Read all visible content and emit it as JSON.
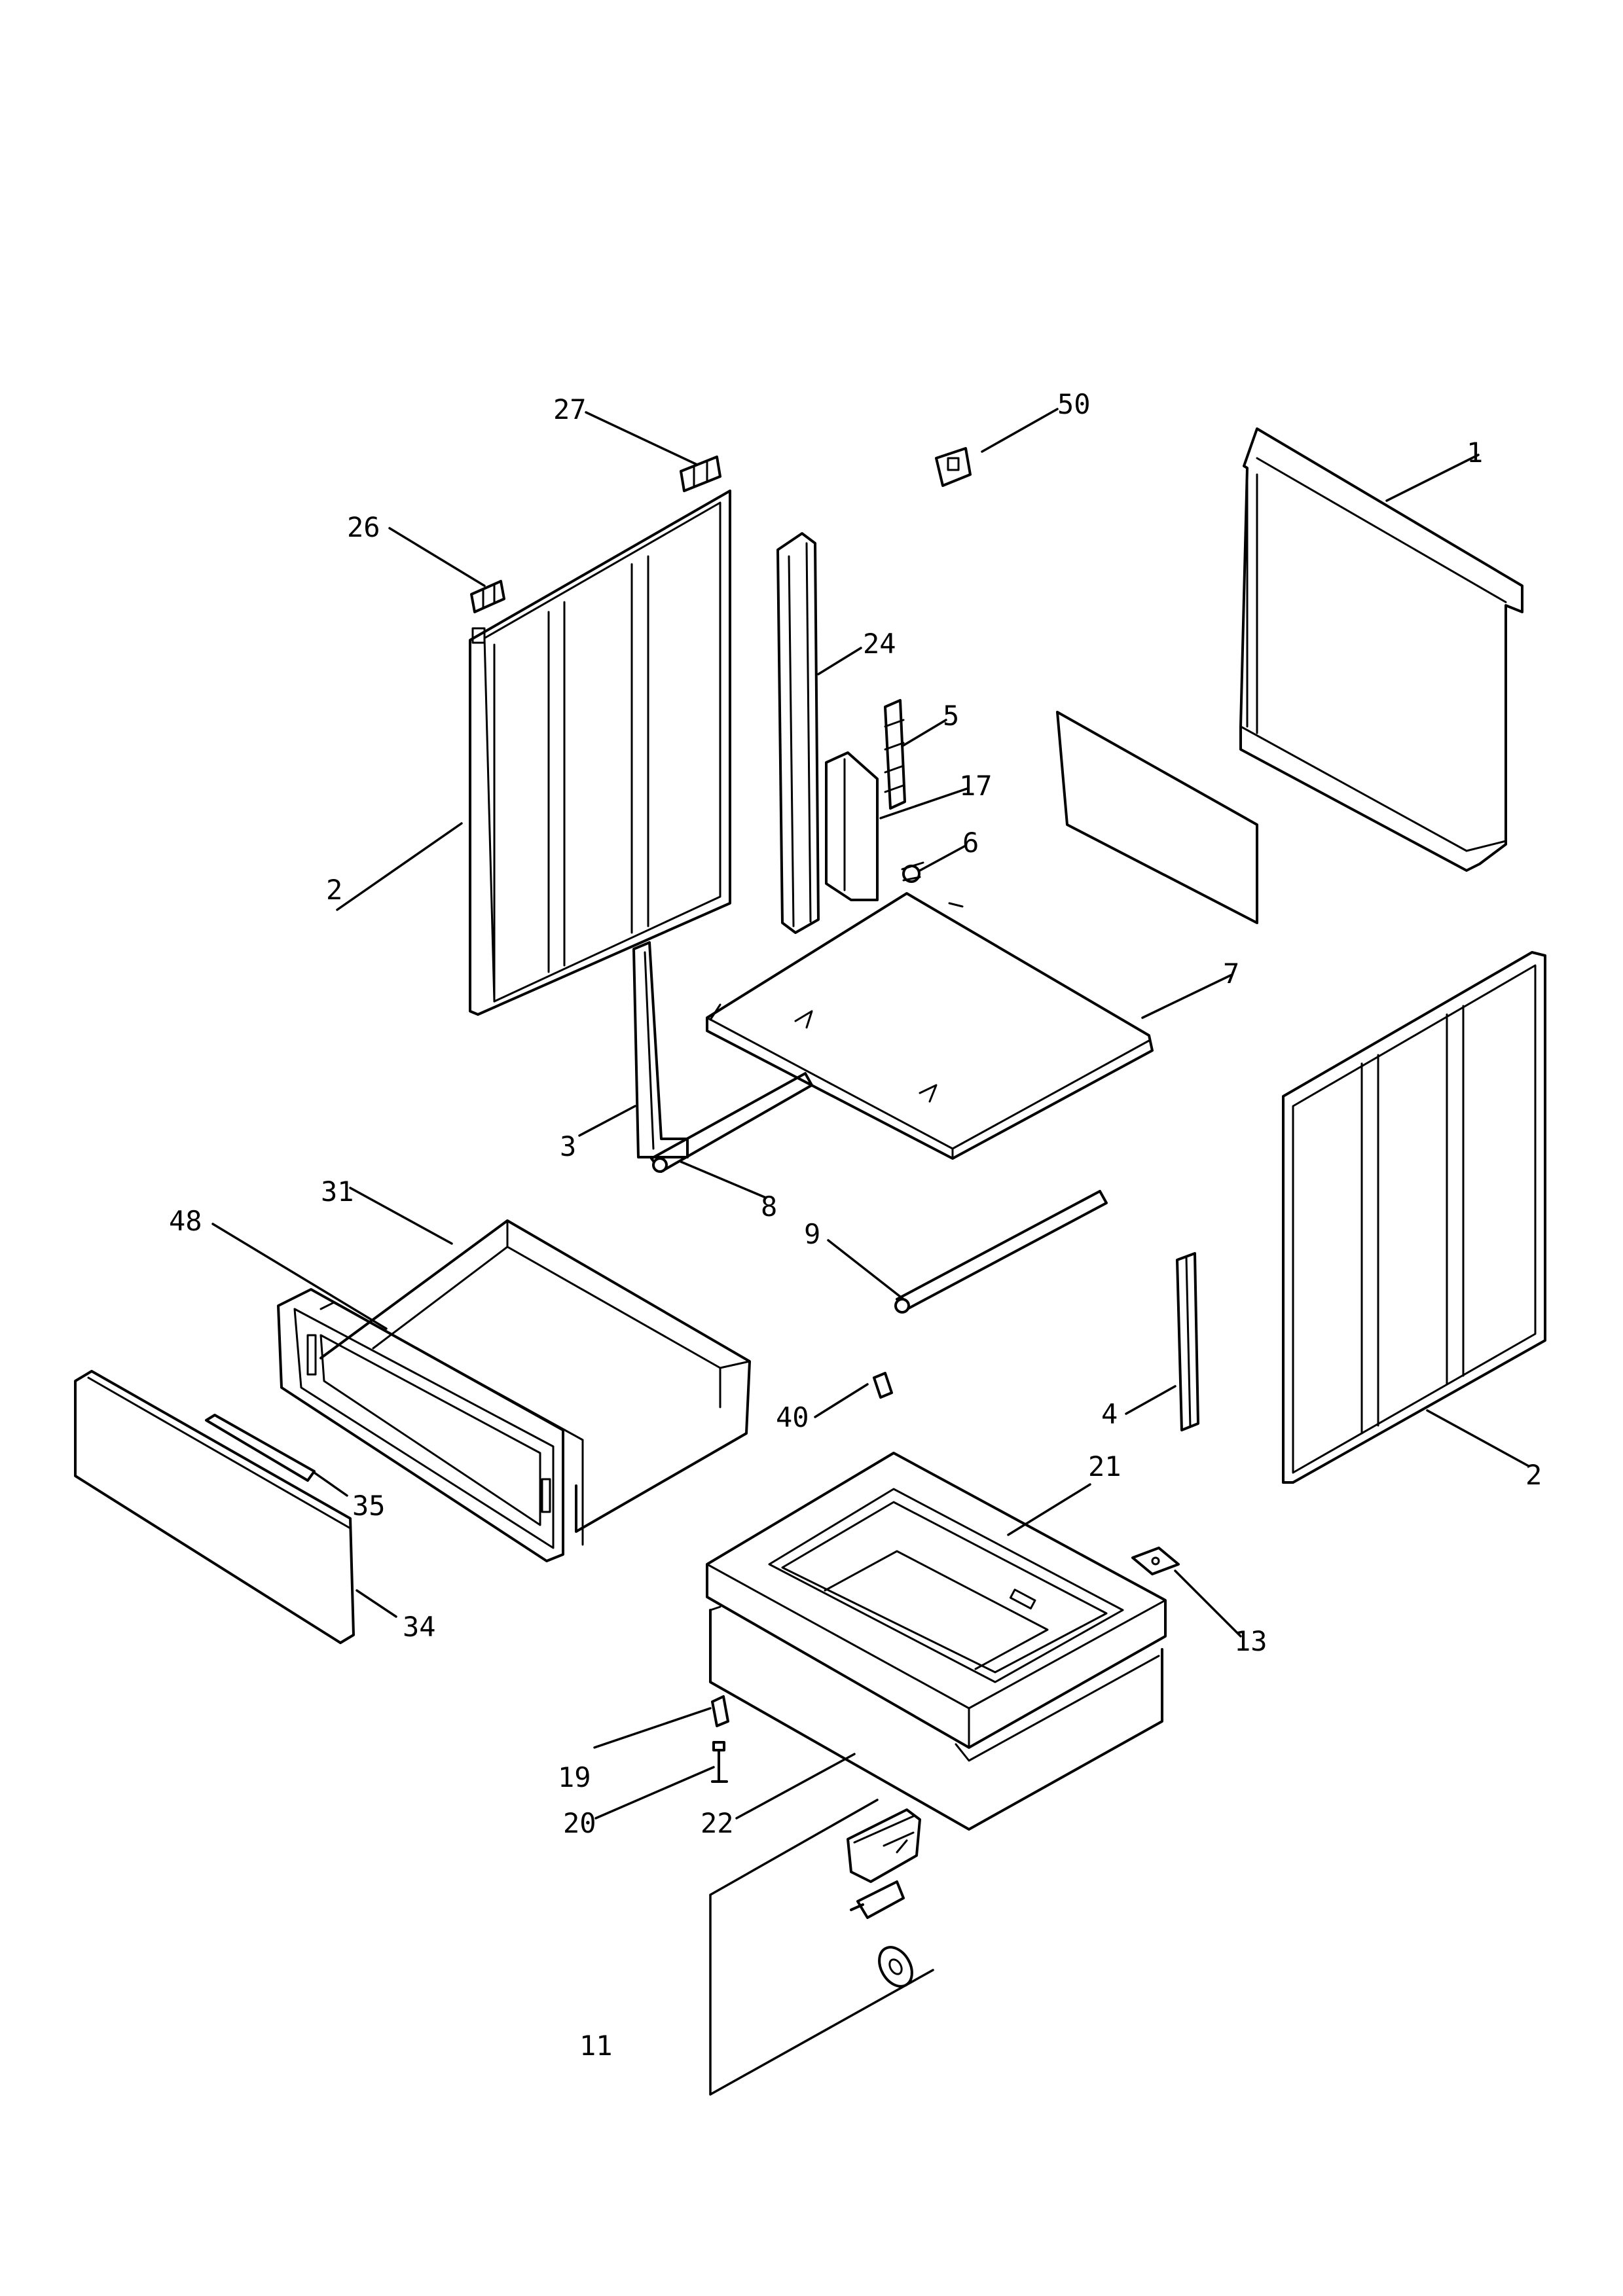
{
  "labels": {
    "l1": "1",
    "l2a": "2",
    "l2b": "2",
    "l3": "3",
    "l4": "4",
    "l5": "5",
    "l6": "6",
    "l7": "7",
    "l8": "8",
    "l9": "9",
    "l11": "11",
    "l13": "13",
    "l17": "17",
    "l19": "19",
    "l20": "20",
    "l21": "21",
    "l22": "22",
    "l24": "24",
    "l26": "26",
    "l27": "27",
    "l31": "31",
    "l34": "34",
    "l35": "35",
    "l40": "40",
    "l48": "48",
    "l50": "50"
  }
}
